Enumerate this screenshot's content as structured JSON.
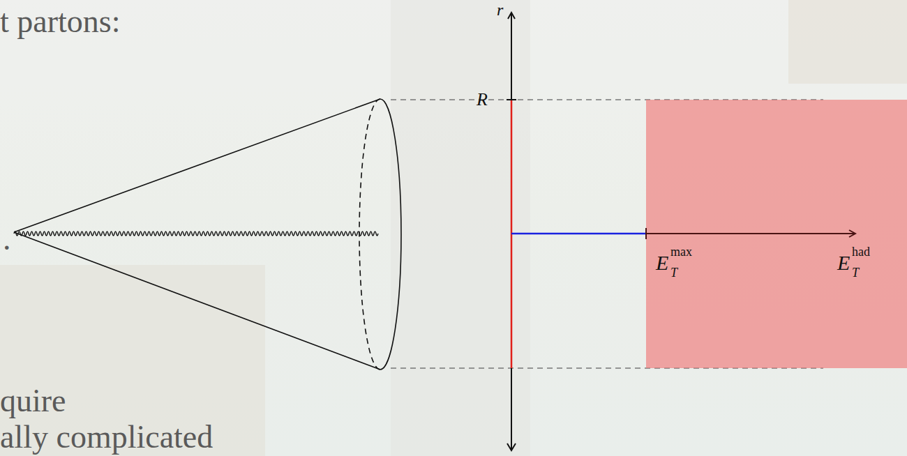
{
  "diagram": {
    "labels": [
      "t partons:",
      ".",
      "quire",
      "ally complicated",
      "r",
      "R",
      "E",
      "T",
      "max",
      "E",
      "T",
      "had"
    ]
  }
}
